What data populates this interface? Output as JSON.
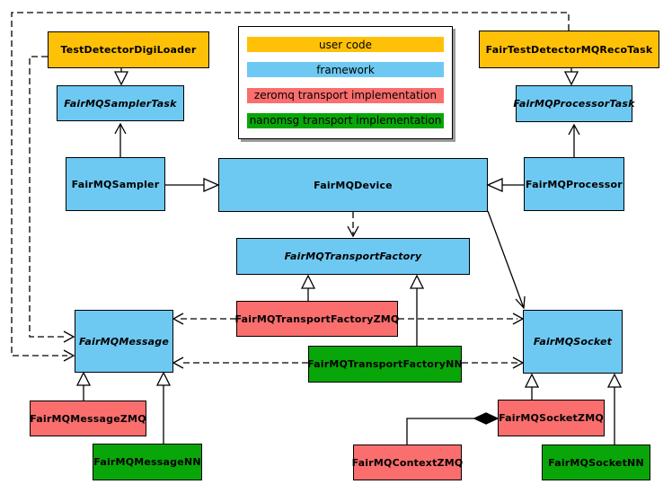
{
  "colors": {
    "user_code": "#FFC107",
    "framework": "#6EC9F2",
    "zeromq": "#FA6E6E",
    "nanomsg": "#09A609",
    "border": "#000000",
    "background": "#FFFFFF",
    "legend_shadow": "#999999"
  },
  "legend": {
    "items": [
      {
        "label": "user code",
        "color": "#FFC107"
      },
      {
        "label": "framework",
        "color": "#6EC9F2"
      },
      {
        "label": "zeromq transport implementation",
        "color": "#FA6E6E"
      },
      {
        "label": "nanomsg transport implementation",
        "color": "#09A609"
      }
    ]
  },
  "nodes": {
    "testDetectorDigiLoader": {
      "label": "TestDetectorDigiLoader",
      "category": "user code",
      "abstract": false
    },
    "fairTestDetectorMQRecoTask": {
      "label": "FairTestDetectorMQRecoTask",
      "category": "user code",
      "abstract": false
    },
    "fairMQSamplerTask": {
      "label": "FairMQSamplerTask",
      "category": "framework",
      "abstract": true
    },
    "fairMQProcessorTask": {
      "label": "FairMQProcessorTask",
      "category": "framework",
      "abstract": true
    },
    "fairMQSampler": {
      "label": "FairMQSampler",
      "category": "framework",
      "abstract": false
    },
    "fairMQDevice": {
      "label": "FairMQDevice",
      "category": "framework",
      "abstract": false
    },
    "fairMQProcessor": {
      "label": "FairMQProcessor",
      "category": "framework",
      "abstract": false
    },
    "fairMQTransportFactory": {
      "label": "FairMQTransportFactory",
      "category": "framework",
      "abstract": true
    },
    "fairMQTransportFactoryZMQ": {
      "label": "FairMQTransportFactoryZMQ",
      "category": "zeromq",
      "abstract": false
    },
    "fairMQTransportFactoryNN": {
      "label": "FairMQTransportFactoryNN",
      "category": "nanomsg",
      "abstract": false
    },
    "fairMQMessage": {
      "label": "FairMQMessage",
      "category": "framework",
      "abstract": true
    },
    "fairMQSocket": {
      "label": "FairMQSocket",
      "category": "framework",
      "abstract": true
    },
    "fairMQMessageZMQ": {
      "label": "FairMQMessageZMQ",
      "category": "zeromq",
      "abstract": false
    },
    "fairMQMessageNN": {
      "label": "FairMQMessageNN",
      "category": "nanomsg",
      "abstract": false
    },
    "fairMQSocketZMQ": {
      "label": "FairMQSocketZMQ",
      "category": "zeromq",
      "abstract": false
    },
    "fairMQContextZMQ": {
      "label": "FairMQContextZMQ",
      "category": "zeromq",
      "abstract": false
    },
    "fairMQSocketNN": {
      "label": "FairMQSocketNN",
      "category": "nanomsg",
      "abstract": false
    }
  },
  "edges": [
    {
      "from": "TestDetectorDigiLoader",
      "to": "FairMQSamplerTask",
      "type": "inheritance",
      "line": "solid"
    },
    {
      "from": "FairTestDetectorMQRecoTask",
      "to": "FairMQProcessorTask",
      "type": "inheritance",
      "line": "solid"
    },
    {
      "from": "FairMQSampler",
      "to": "FairMQSamplerTask",
      "type": "association",
      "line": "solid"
    },
    {
      "from": "FairMQProcessor",
      "to": "FairMQProcessorTask",
      "type": "association",
      "line": "solid"
    },
    {
      "from": "FairMQSampler",
      "to": "FairMQDevice",
      "type": "inheritance",
      "line": "solid"
    },
    {
      "from": "FairMQProcessor",
      "to": "FairMQDevice",
      "type": "inheritance",
      "line": "solid"
    },
    {
      "from": "FairMQDevice",
      "to": "FairMQTransportFactory",
      "type": "dependency",
      "line": "dashed"
    },
    {
      "from": "FairMQDevice",
      "to": "FairMQSocket",
      "type": "association",
      "line": "solid"
    },
    {
      "from": "FairMQTransportFactoryZMQ",
      "to": "FairMQTransportFactory",
      "type": "inheritance",
      "line": "solid"
    },
    {
      "from": "FairMQTransportFactoryNN",
      "to": "FairMQTransportFactory",
      "type": "inheritance",
      "line": "solid"
    },
    {
      "from": "FairMQTransportFactoryZMQ",
      "to": "FairMQMessage",
      "type": "dependency",
      "line": "dashed"
    },
    {
      "from": "FairMQTransportFactoryZMQ",
      "to": "FairMQSocket",
      "type": "dependency",
      "line": "dashed"
    },
    {
      "from": "FairMQTransportFactoryNN",
      "to": "FairMQMessage",
      "type": "dependency",
      "line": "dashed"
    },
    {
      "from": "FairMQTransportFactoryNN",
      "to": "FairMQSocket",
      "type": "dependency",
      "line": "dashed"
    },
    {
      "from": "TestDetectorDigiLoader",
      "to": "FairMQMessage",
      "type": "dependency",
      "line": "dashed"
    },
    {
      "from": "FairTestDetectorMQRecoTask",
      "to": "FairMQMessage",
      "type": "dependency",
      "line": "dashed"
    },
    {
      "from": "FairMQMessageZMQ",
      "to": "FairMQMessage",
      "type": "inheritance",
      "line": "solid"
    },
    {
      "from": "FairMQMessageNN",
      "to": "FairMQMessage",
      "type": "inheritance",
      "line": "solid"
    },
    {
      "from": "FairMQSocketZMQ",
      "to": "FairMQSocket",
      "type": "inheritance",
      "line": "solid"
    },
    {
      "from": "FairMQSocketNN",
      "to": "FairMQSocket",
      "type": "inheritance",
      "line": "solid"
    },
    {
      "from": "FairMQContextZMQ",
      "to": "FairMQSocketZMQ",
      "type": "composition",
      "line": "solid"
    }
  ]
}
